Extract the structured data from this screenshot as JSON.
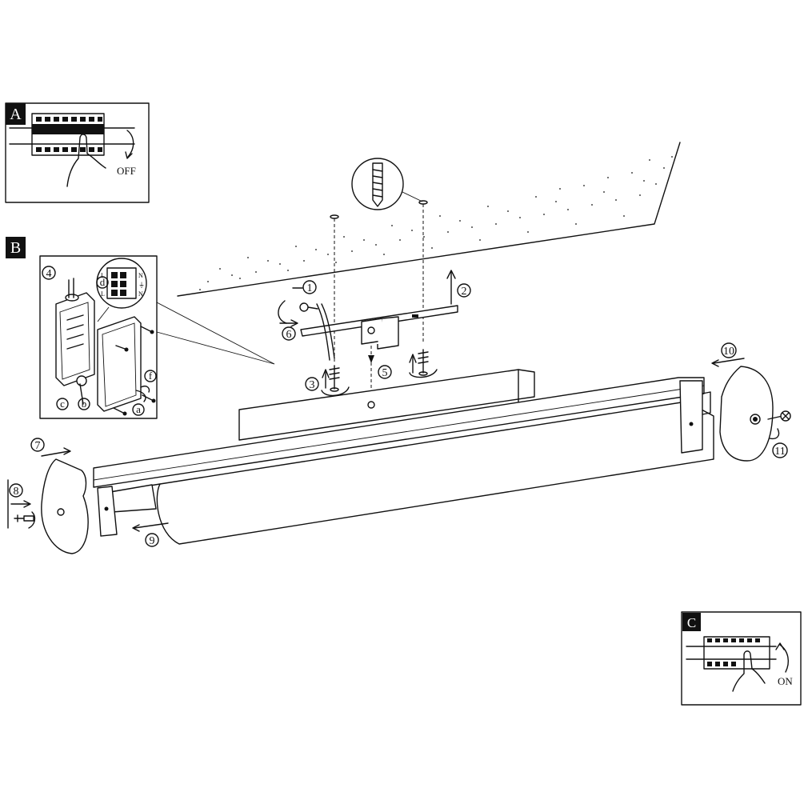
{
  "panels": {
    "A": {
      "letter": "A",
      "text": "OFF"
    },
    "B": {
      "letter": "B",
      "terminal": {
        "l": "L",
        "n": "N",
        "earth": "⏚"
      },
      "letters": [
        "a",
        "b",
        "c",
        "d",
        "f"
      ]
    },
    "C": {
      "letter": "C",
      "text": "ON"
    }
  },
  "steps": [
    "1",
    "2",
    "3",
    "4",
    "5",
    "6",
    "7",
    "8",
    "9",
    "10",
    "11"
  ]
}
